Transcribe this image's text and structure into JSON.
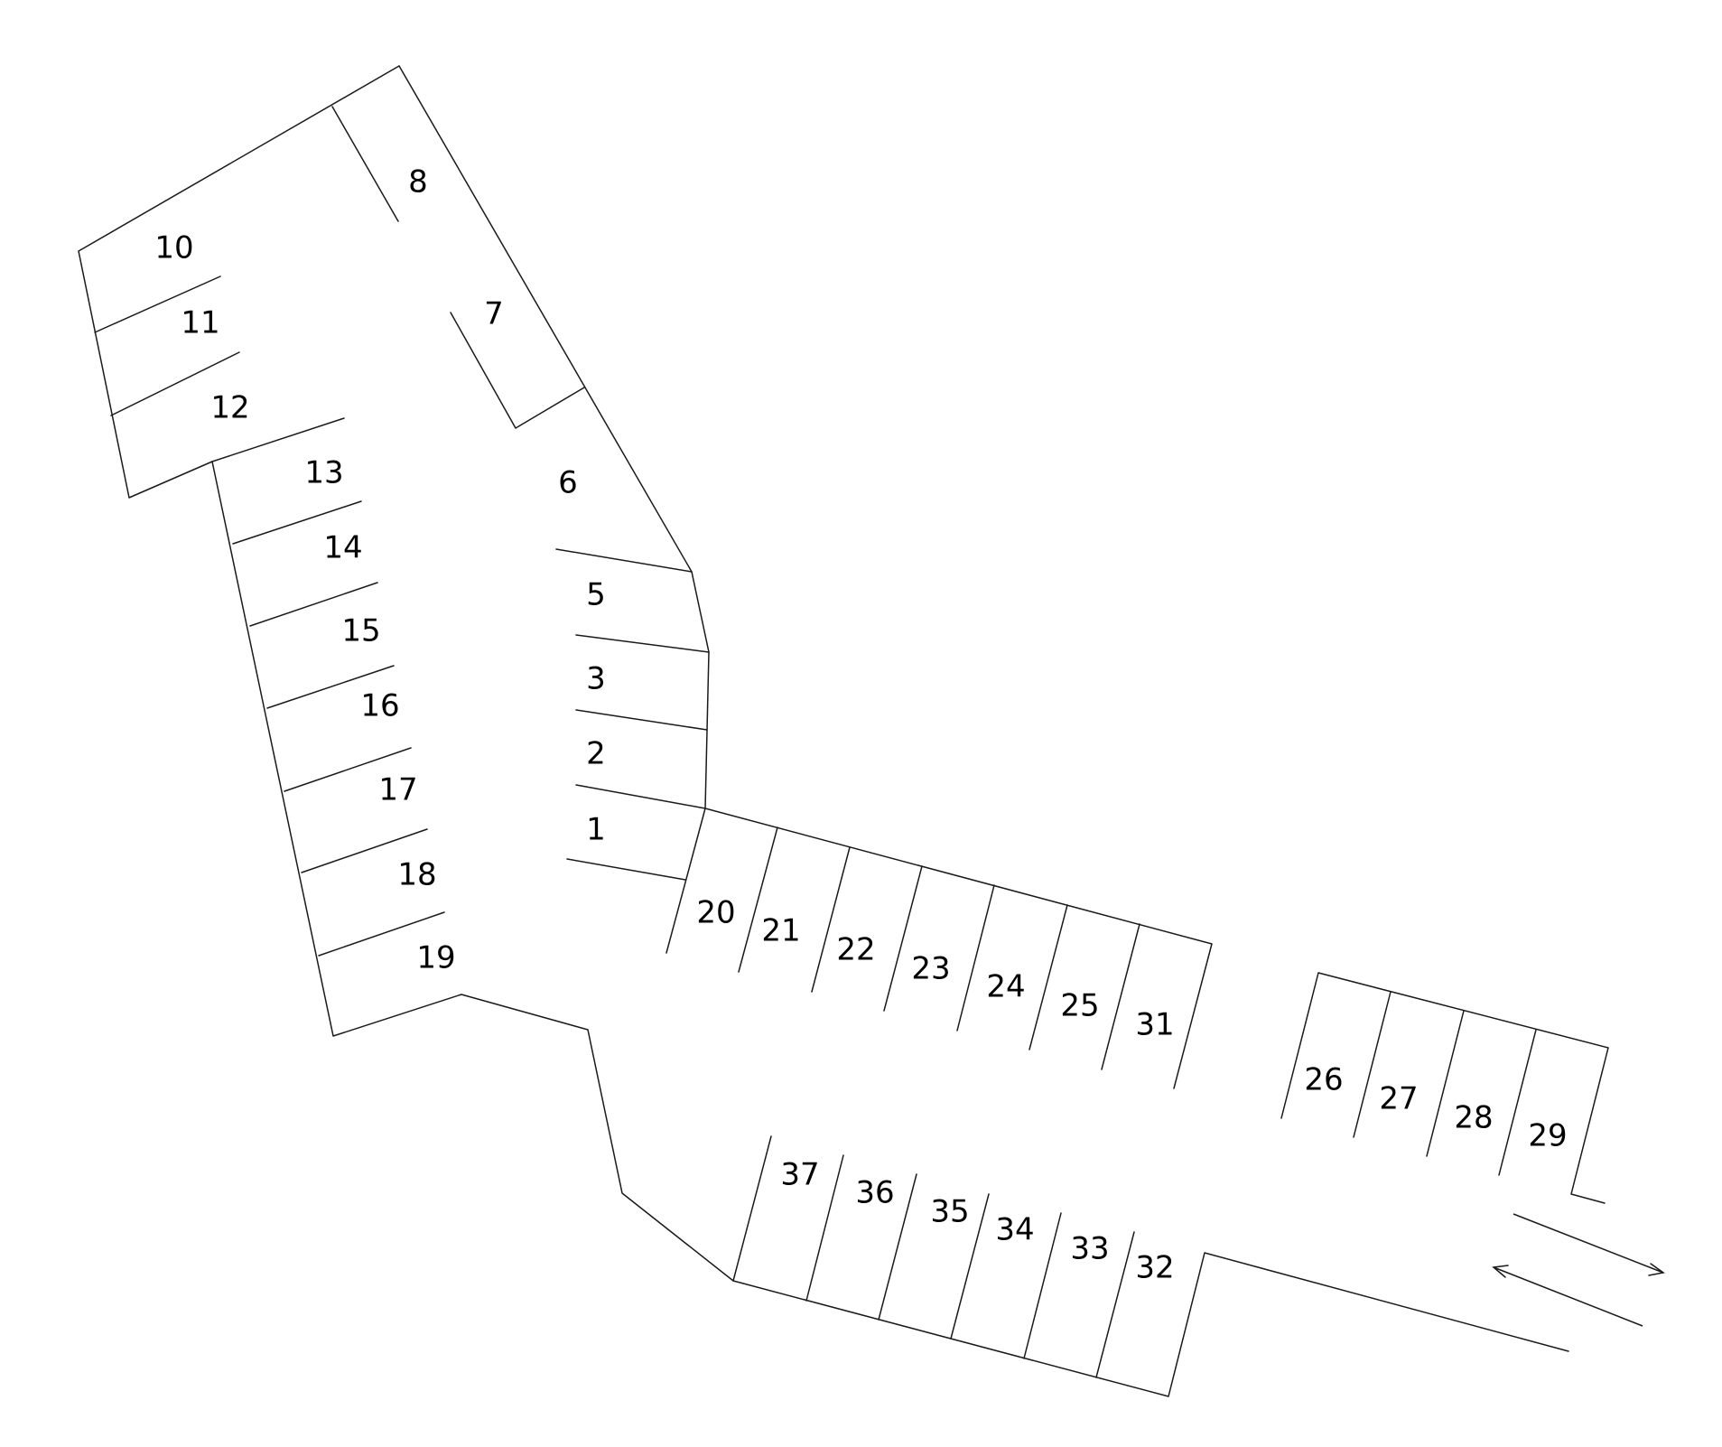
{
  "lot_map": {
    "spaces": [
      {
        "id": "1",
        "label": "1"
      },
      {
        "id": "2",
        "label": "2"
      },
      {
        "id": "3",
        "label": "3"
      },
      {
        "id": "5",
        "label": "5"
      },
      {
        "id": "6",
        "label": "6"
      },
      {
        "id": "7",
        "label": "7"
      },
      {
        "id": "8",
        "label": "8"
      },
      {
        "id": "10",
        "label": "10"
      },
      {
        "id": "11",
        "label": "11"
      },
      {
        "id": "12",
        "label": "12"
      },
      {
        "id": "13",
        "label": "13"
      },
      {
        "id": "14",
        "label": "14"
      },
      {
        "id": "15",
        "label": "15"
      },
      {
        "id": "16",
        "label": "16"
      },
      {
        "id": "17",
        "label": "17"
      },
      {
        "id": "18",
        "label": "18"
      },
      {
        "id": "19",
        "label": "19"
      },
      {
        "id": "20",
        "label": "20"
      },
      {
        "id": "21",
        "label": "21"
      },
      {
        "id": "22",
        "label": "22"
      },
      {
        "id": "23",
        "label": "23"
      },
      {
        "id": "24",
        "label": "24"
      },
      {
        "id": "25",
        "label": "25"
      },
      {
        "id": "31",
        "label": "31"
      },
      {
        "id": "26",
        "label": "26"
      },
      {
        "id": "27",
        "label": "27"
      },
      {
        "id": "28",
        "label": "28"
      },
      {
        "id": "29",
        "label": "29"
      },
      {
        "id": "37",
        "label": "37"
      },
      {
        "id": "36",
        "label": "36"
      },
      {
        "id": "35",
        "label": "35"
      },
      {
        "id": "34",
        "label": "34"
      },
      {
        "id": "33",
        "label": "33"
      },
      {
        "id": "32",
        "label": "32"
      }
    ],
    "colors": {
      "line": "#1a1a1a",
      "label": "#000000",
      "background": "#ffffff"
    },
    "icons": {
      "entry": "arrow-right-icon",
      "exit": "arrow-left-icon"
    }
  }
}
